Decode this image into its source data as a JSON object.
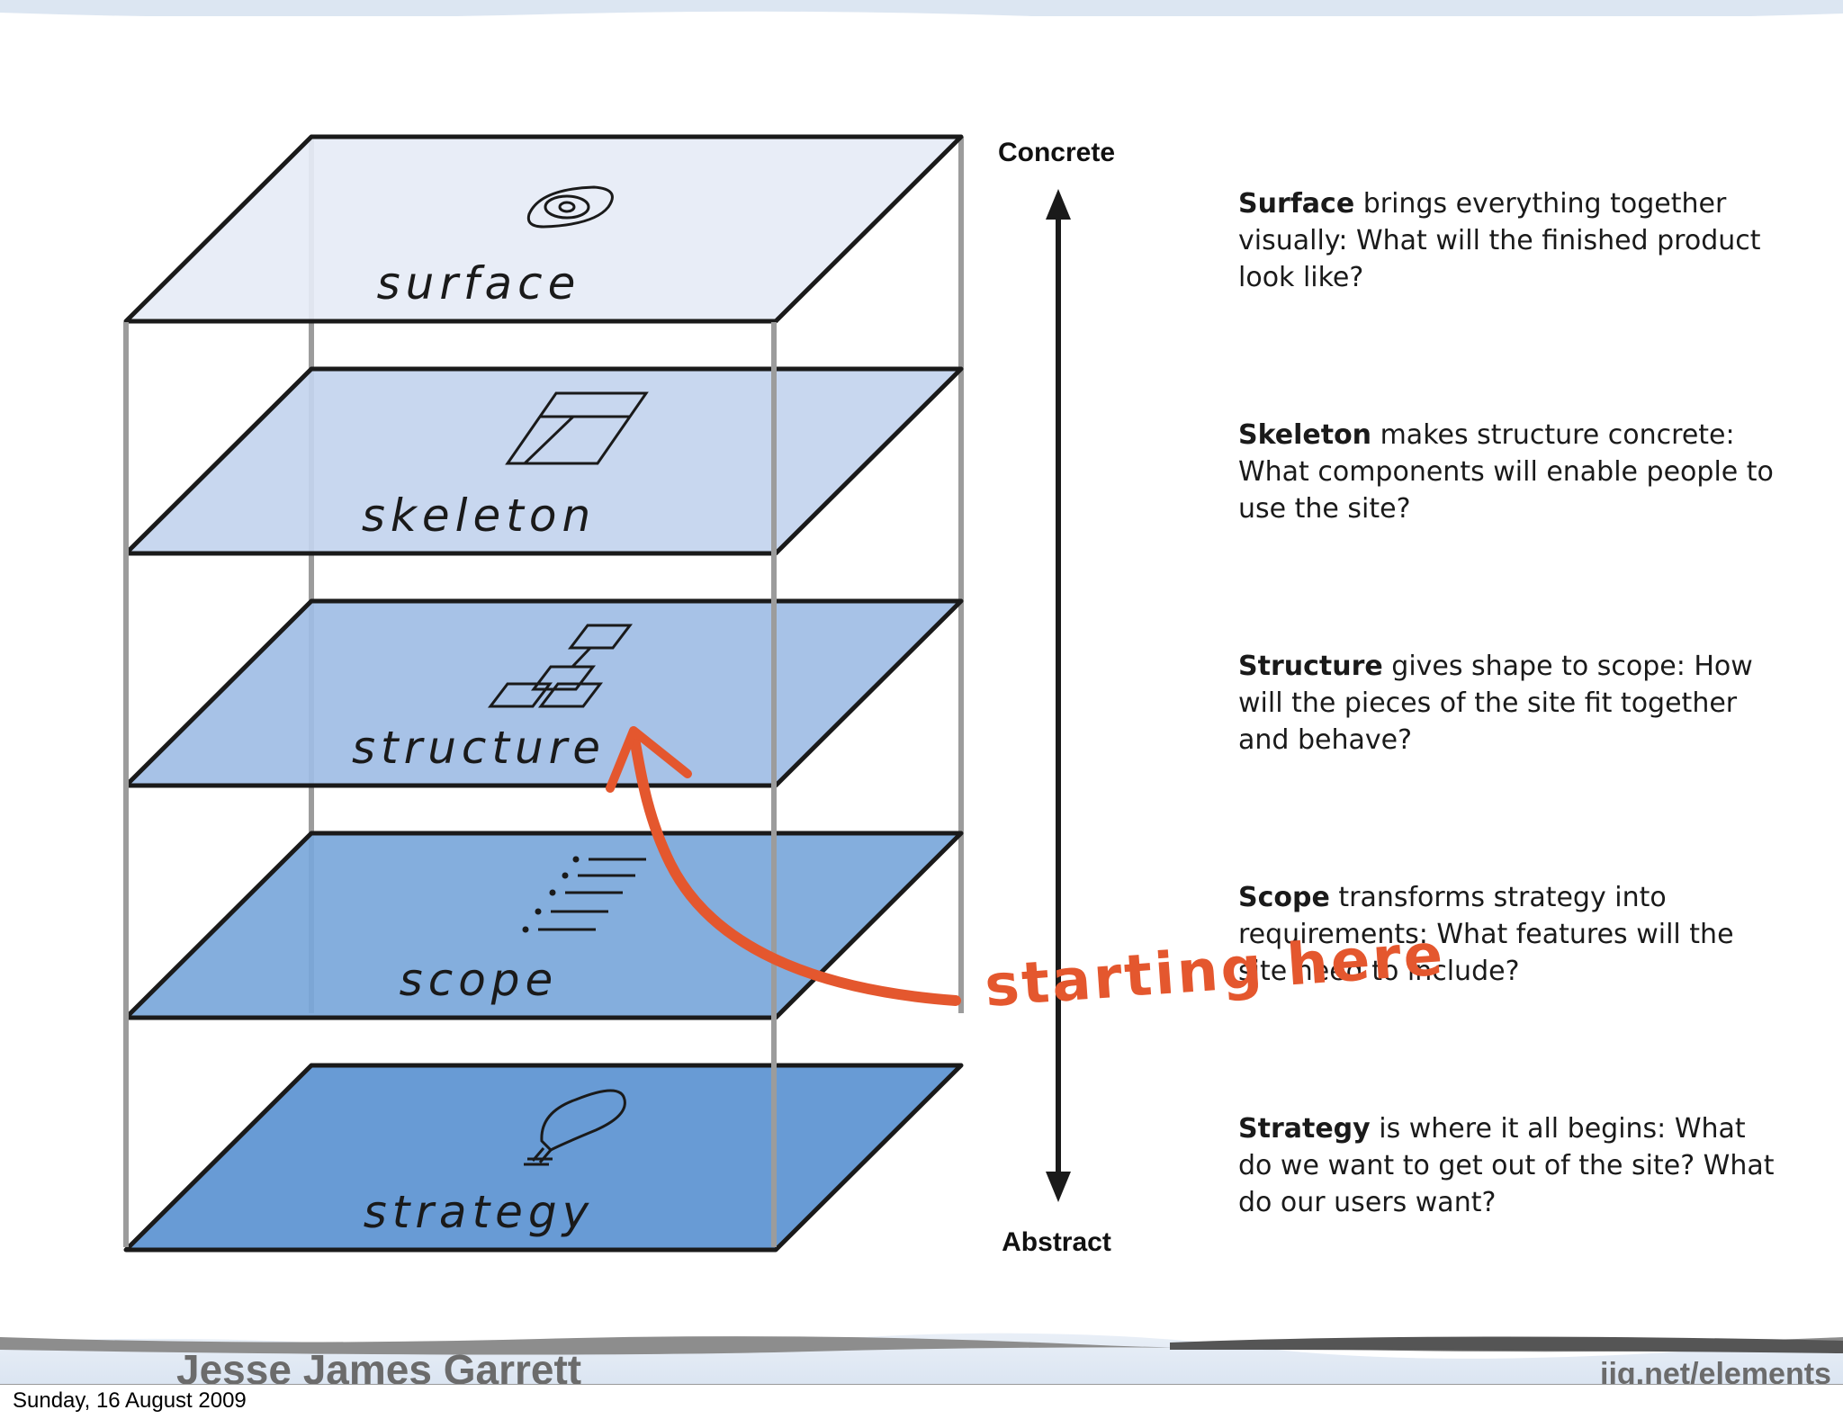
{
  "axis": {
    "top_label": "Concrete",
    "bottom_label": "Abstract"
  },
  "layers": [
    {
      "label": "surface",
      "icon": "eye-icon",
      "color": "#e6ebf6"
    },
    {
      "label": "skeleton",
      "icon": "wireframe-icon",
      "color": "#c3d4ee"
    },
    {
      "label": "structure",
      "icon": "sitemap-icon",
      "color": "#a0bde5"
    },
    {
      "label": "scope",
      "icon": "list-icon",
      "color": "#7aa7da"
    },
    {
      "label": "strategy",
      "icon": "lightbulb-icon",
      "color": "#5b93d1"
    }
  ],
  "descriptions": [
    {
      "title": "Surface",
      "text": " brings everything together visually: What will the finished product look like?"
    },
    {
      "title": "Skeleton",
      "text": " makes structure concrete: What components will enable people to use the site?"
    },
    {
      "title": "Structure",
      "text": " gives shape to scope: How will the pieces of the site fit together and behave?"
    },
    {
      "title": "Scope",
      "text": " transforms strategy into requirements: What features will the site need to include?"
    },
    {
      "title": "Strategy",
      "text": " is where it all begins: What do we want to get out of the site? What do our users want?"
    }
  ],
  "annotation": {
    "text": "starting here",
    "color": "#e4572e"
  },
  "footer": {
    "credit": "Jesse James Garrett",
    "url": "jjg.net/elements",
    "date": "Sunday, 16 August 2009"
  }
}
